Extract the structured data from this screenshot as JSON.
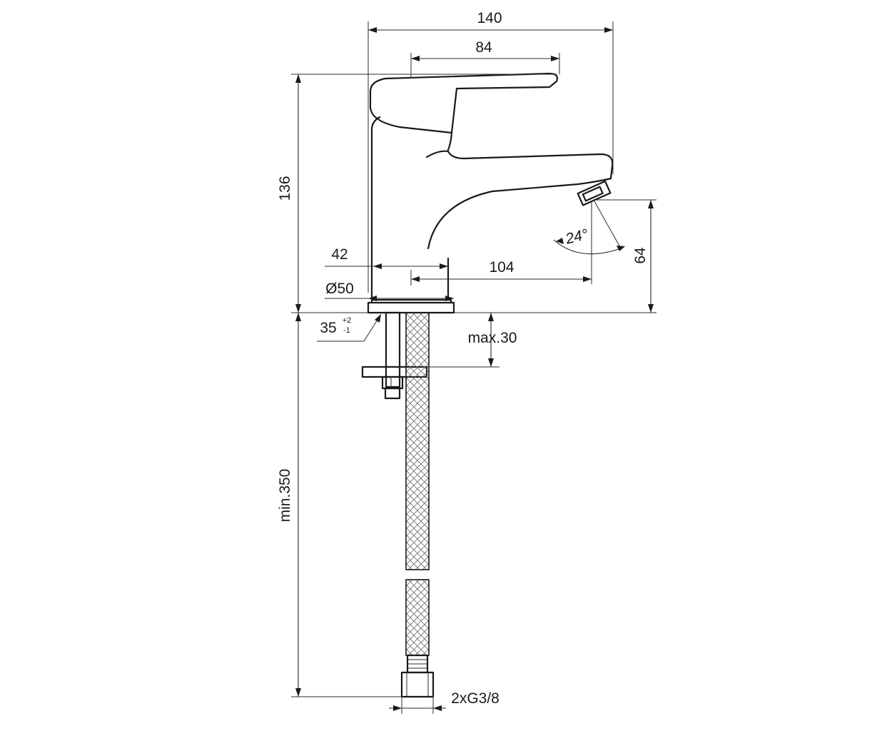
{
  "dimensions": {
    "overall_width": "140",
    "handle_length": "84",
    "height": "136",
    "base_offset": "42",
    "spout_reach": "104",
    "base_diameter": "Ø50",
    "hole_diameter": "35",
    "hole_tol_plus": "+2",
    "hole_tol_minus": "-1",
    "outlet_height": "64",
    "spray_angle": "24°",
    "counter_thickness": "max.30",
    "hose_length": "min.350",
    "connection": "2xG3/8"
  },
  "colors": {
    "line": "#1a1a1a",
    "background": "#ffffff"
  }
}
